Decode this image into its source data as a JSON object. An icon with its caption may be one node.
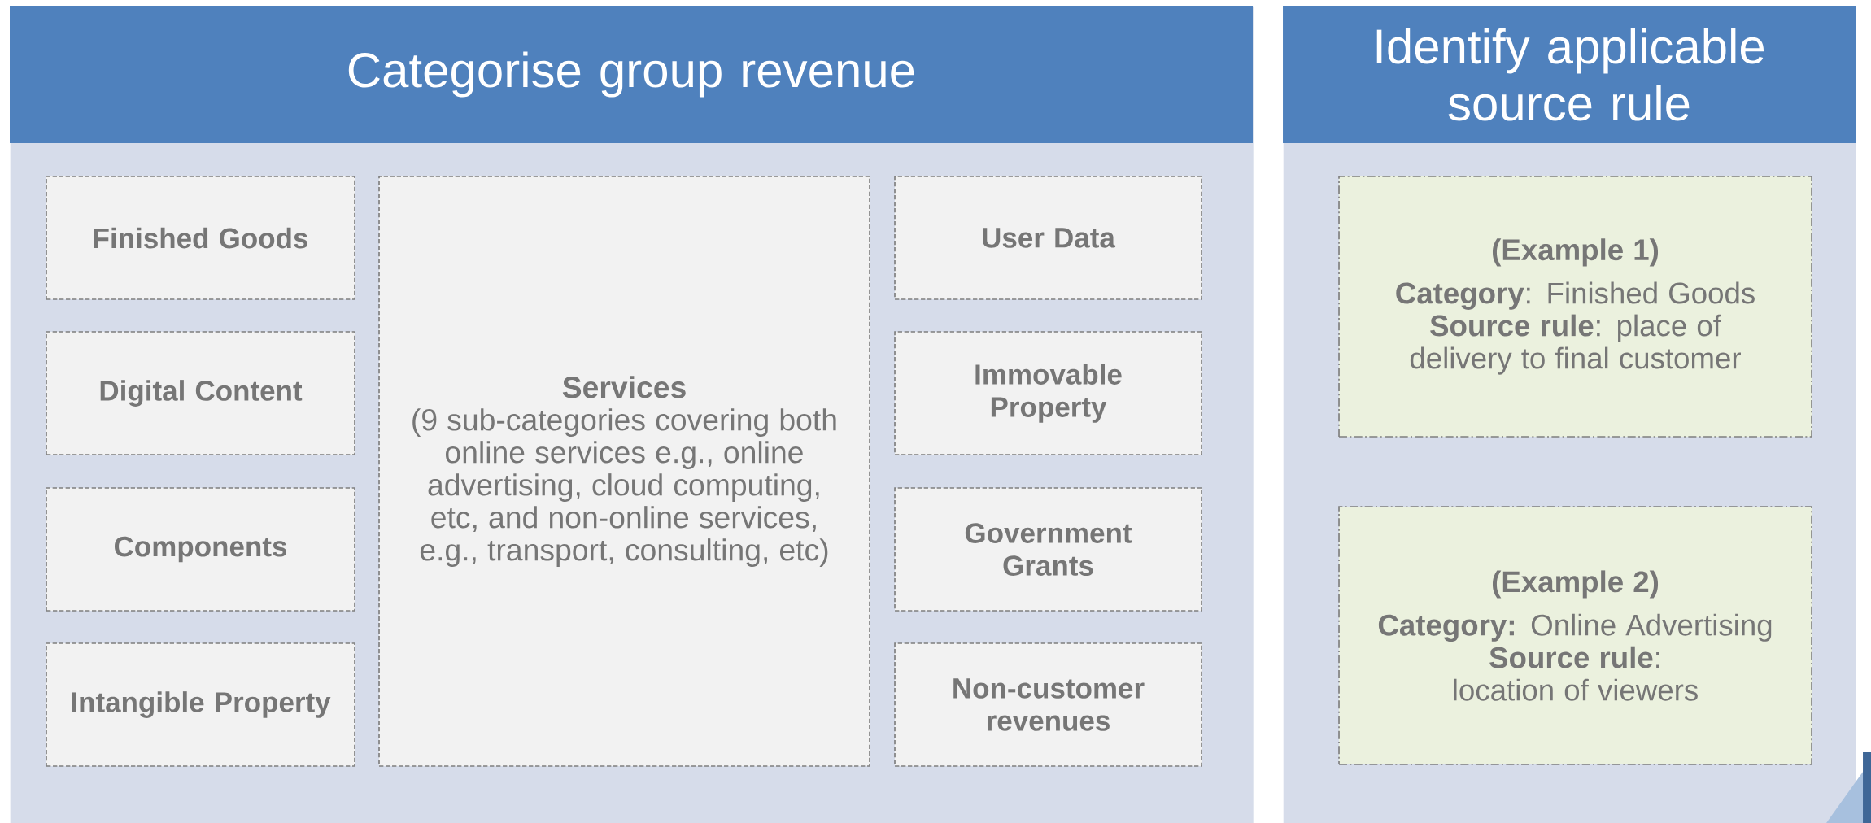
{
  "diagram": {
    "nodes": [
      {
        "text": [
          "Categorise group revenue"
        ]
      },
      {
        "text": [
          "Finished Goods"
        ],
        "in": 0
      },
      {
        "text": [
          "Digital Content"
        ],
        "in": 0
      },
      {
        "text": [
          "Components"
        ],
        "in": 0
      },
      {
        "text": [
          "Intangible Property"
        ],
        "in": 0
      },
      {
        "text": [
          "Services",
          "(9 sub-categories covering both online services e.g., online advertising, cloud computing, etc, and non-online services, e.g., transport, consulting, etc)"
        ],
        "in": 0
      },
      {
        "text": [
          "User Data"
        ],
        "in": 0
      },
      {
        "text": [
          "Immovable Property"
        ],
        "in": 0
      },
      {
        "text": [
          "Government Grants"
        ],
        "in": 0
      },
      {
        "text": [
          "Non-customer revenues"
        ],
        "in": 0
      },
      {
        "text": [
          "Identify applicable source rule"
        ]
      },
      {
        "text": [
          "(Example 1)",
          "**Category**: Finished Goods",
          "**Source rule**: place of delivery to final customer"
        ],
        "in": 10
      },
      {
        "text": [
          "(Example 2)",
          "**Category:** Online Advertising",
          "**Source rule**: location of viewers"
        ],
        "in": 10
      }
    ],
    "edges": []
  }
}
